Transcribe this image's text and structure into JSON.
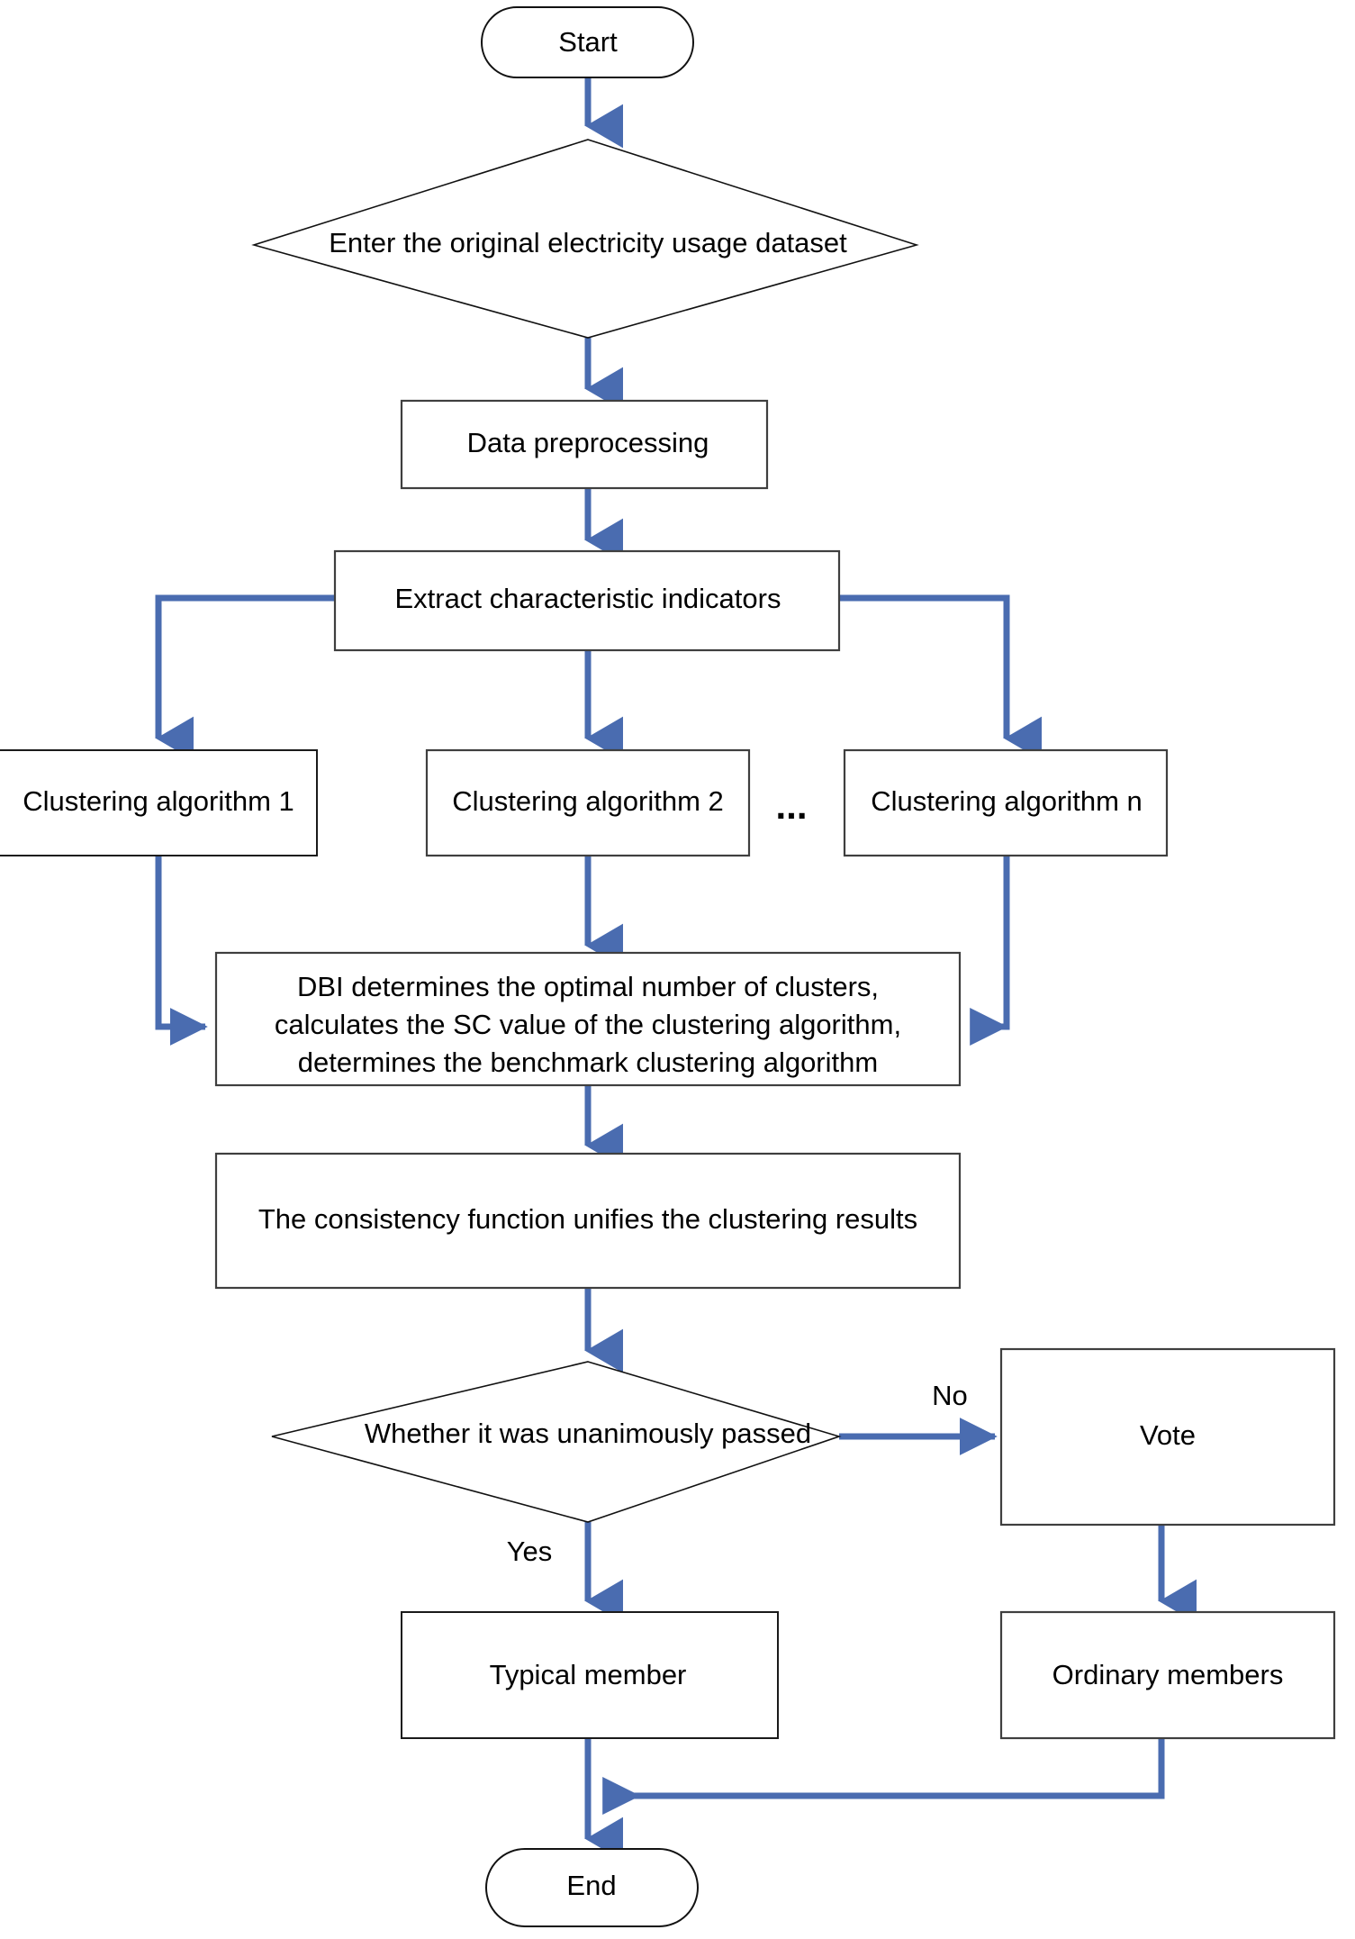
{
  "diagram": {
    "title": "Clustering ensemble flowchart",
    "colors": {
      "arrow": "#4a6cb0",
      "node_border": "#1a1a1a",
      "node_border_gray": "#3f3f3f",
      "node_fill": "#ffffff",
      "text": "#000000",
      "background": "#ffffff"
    },
    "nodes": {
      "start": {
        "label": "Start",
        "shape": "terminator"
      },
      "input_dataset": {
        "label": "Enter the original electricity usage dataset",
        "shape": "diamond"
      },
      "preprocessing": {
        "label": "Data preprocessing",
        "shape": "process"
      },
      "extract": {
        "label": "Extract characteristic indicators",
        "shape": "process"
      },
      "cluster1": {
        "label": "Clustering algorithm 1",
        "shape": "process"
      },
      "cluster2": {
        "label": "Clustering algorithm 2",
        "shape": "process"
      },
      "cluster_ellipsis": {
        "label": "...",
        "shape": "text"
      },
      "cluster_n": {
        "label": "Clustering algorithm n",
        "shape": "process"
      },
      "dbi": {
        "shape": "process",
        "lines": [
          "DBI determines the optimal number of clusters,",
          "calculates the SC value of the clustering algorithm,",
          "determines the benchmark clustering algorithm"
        ]
      },
      "consistency": {
        "label": "The consistency function unifies the clustering results",
        "shape": "process"
      },
      "decision": {
        "label": "Whether it was unanimously passed",
        "shape": "diamond"
      },
      "vote": {
        "label": "Vote",
        "shape": "process"
      },
      "typical_member": {
        "label": "Typical member",
        "shape": "process"
      },
      "ordinary_members": {
        "label": "Ordinary members",
        "shape": "process"
      },
      "end": {
        "label": "End",
        "shape": "terminator"
      }
    },
    "edge_labels": {
      "decision_no": "No",
      "decision_yes": "Yes"
    }
  }
}
